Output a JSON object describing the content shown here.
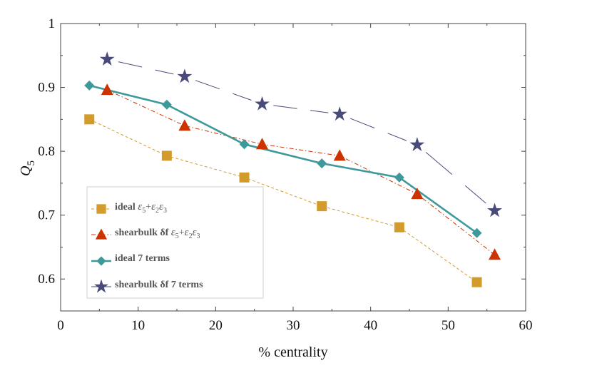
{
  "chart_data": {
    "type": "line",
    "xlabel": "% centrality",
    "ylabel": "Q5",
    "ylabel_main": "Q",
    "ylabel_sub": "5",
    "xlim": [
      0,
      60
    ],
    "ylim": [
      0.55,
      1.0
    ],
    "xticks": [
      0,
      10,
      20,
      30,
      40,
      50,
      60
    ],
    "yticks": [
      0.6,
      0.7,
      0.8,
      0.9,
      1.0
    ],
    "xtick_labels": [
      "0",
      "10",
      "20",
      "30",
      "40",
      "50",
      "60"
    ],
    "ytick_labels": [
      "0.6",
      "0.7",
      "0.8",
      "0.9",
      "1"
    ],
    "grid": false,
    "legend_position": "bottom-left",
    "series": [
      {
        "name": "ideal  ε5+ε2ε3",
        "color": "#d39b2c",
        "marker": "square",
        "line": "dashed",
        "x": [
          3.7,
          13.7,
          23.7,
          33.7,
          43.7,
          53.7
        ],
        "y": [
          0.85,
          0.793,
          0.759,
          0.714,
          0.681,
          0.595
        ]
      },
      {
        "name": "shearbulk δf  ε5+ε2ε3",
        "color": "#cc3300",
        "marker": "triangle",
        "line": "dashdot",
        "x": [
          6,
          16,
          26,
          36,
          46,
          56
        ],
        "y": [
          0.896,
          0.84,
          0.811,
          0.793,
          0.733,
          0.638
        ]
      },
      {
        "name": "ideal  7 terms",
        "color": "#3e9a9a",
        "marker": "diamond",
        "line": "solid",
        "x": [
          3.7,
          13.7,
          23.7,
          33.7,
          43.7,
          53.7
        ],
        "y": [
          0.903,
          0.873,
          0.811,
          0.781,
          0.759,
          0.672
        ]
      },
      {
        "name": "shearbulk δf  7 terms",
        "color": "#4a4a7a",
        "marker": "star",
        "line": "long-dash",
        "x": [
          6,
          16,
          26,
          36,
          46,
          56
        ],
        "y": [
          0.944,
          0.917,
          0.874,
          0.858,
          0.81,
          0.707
        ]
      }
    ]
  },
  "legend": {
    "items": [
      {
        "prefix": "ideal  ",
        "eps": "ε",
        "sub1": "5",
        "plus": "+",
        "eps2": "ε",
        "sub2": "2",
        "eps3": "ε",
        "sub3": "3",
        "suffix": ""
      },
      {
        "prefix": "shearbulk δf  ",
        "eps": "ε",
        "sub1": "5",
        "plus": "+",
        "eps2": "ε",
        "sub2": "2",
        "eps3": "ε",
        "sub3": "3",
        "suffix": ""
      },
      {
        "text": "ideal  7 terms"
      },
      {
        "text": "shearbulk δf  7 terms"
      }
    ]
  }
}
